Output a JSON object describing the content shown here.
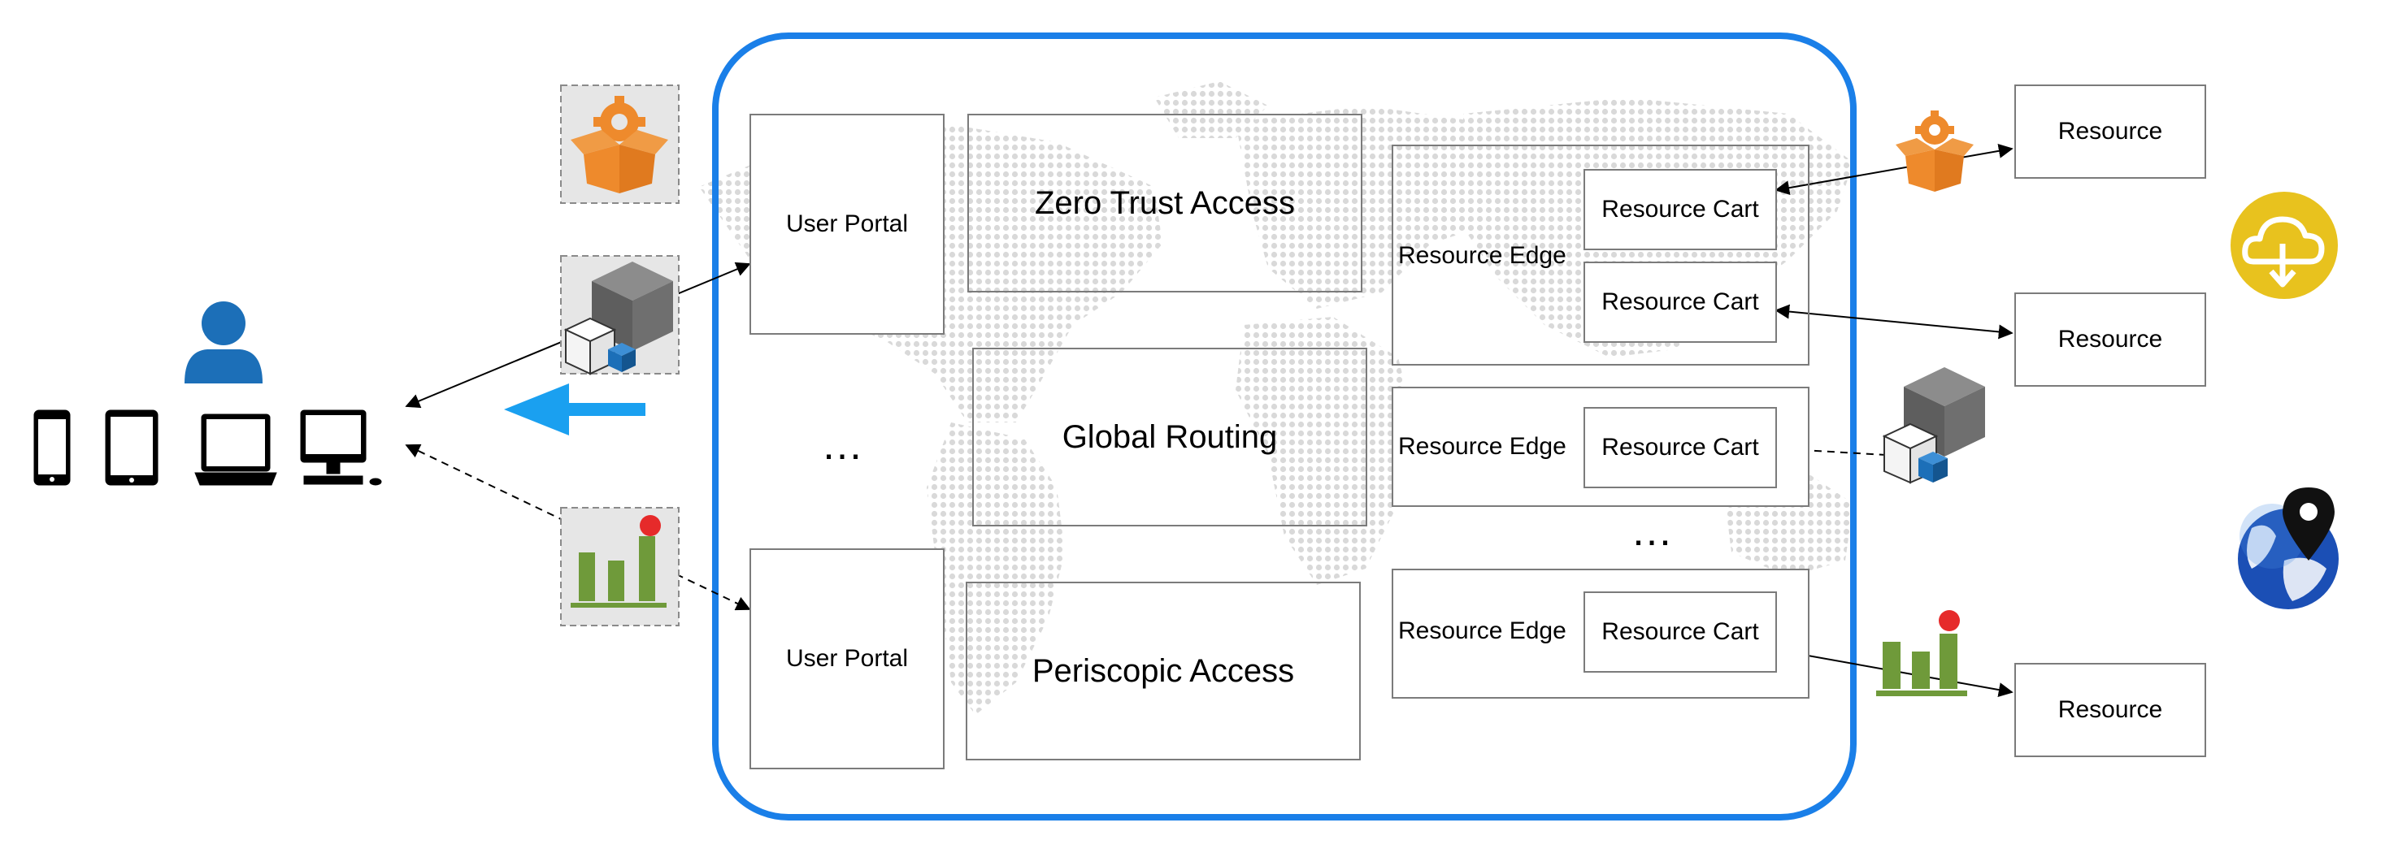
{
  "devices": {
    "user_icon": "user-icon",
    "items": [
      "smartphone-icon",
      "tablet-icon",
      "laptop-icon",
      "desktop-icon"
    ]
  },
  "client_icons": [
    "app-box-gear-icon",
    "package-cubes-icon",
    "bar-chart-icon"
  ],
  "portals": [
    {
      "label": "User Portal"
    },
    {
      "label": "User Portal"
    }
  ],
  "portal_ellipsis": "…",
  "services": {
    "zero_trust": "Zero Trust Access",
    "global_routing": "Global Routing",
    "periscopic": "Periscopic Access"
  },
  "edges": [
    {
      "label": "Resource Edge",
      "carts": [
        "Resource Cart",
        "Resource Cart"
      ]
    },
    {
      "label": "Resource Edge",
      "carts": [
        "Resource Cart"
      ]
    },
    {
      "label": "Resource Edge",
      "carts": [
        "Resource Cart"
      ]
    }
  ],
  "edge_ellipsis": "…",
  "resources": [
    "Resource",
    "Resource",
    "Resource"
  ],
  "side_icons": [
    "cloud-download-icon",
    "globe-location-icon"
  ],
  "colors": {
    "container_border": "#1a7fe8",
    "return_arrow": "#1aa0f0",
    "orange": "#ee8a2c",
    "gold": "#e8c21e",
    "user_blue": "#1c6fb8",
    "chart_green": "#6f9a3a",
    "chart_red": "#e62a2a"
  }
}
